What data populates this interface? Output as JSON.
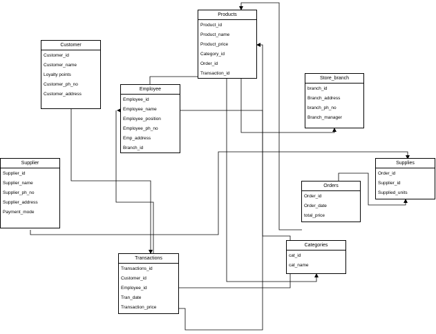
{
  "entities": {
    "products": {
      "title": "Products",
      "fields": [
        "Product_id",
        "Product_name",
        "Product_price",
        "Category_id",
        "Order_id",
        "Transaction_id"
      ]
    },
    "customer": {
      "title": "Customer",
      "fields": [
        "Customer_id",
        "Customer_name",
        "Loyalty points",
        "Customer_ph_no",
        "Customer_address"
      ]
    },
    "employee": {
      "title": "Employee",
      "fields": [
        "Employee_id",
        "Employee_name",
        "Employee_position",
        "Employee_ph_no",
        "Emp_address",
        "Branch_id"
      ]
    },
    "store_branch": {
      "title": "Store_branch",
      "fields": [
        "branch_id",
        "Branch_address",
        "branch_ph_no",
        "Branch_manager"
      ]
    },
    "supplier": {
      "title": "Supplier",
      "fields": [
        "Supplier_id",
        "Supplier_name",
        "Supplier_ph_no",
        "Supplier_address",
        "Payment_mode"
      ]
    },
    "supplies": {
      "title": "Supplies",
      "fields": [
        "Order_id",
        "Supplier_id",
        "Supplied_units"
      ]
    },
    "orders": {
      "title": "Orders",
      "fields": [
        "Order_id",
        "Order_date",
        "total_price"
      ]
    },
    "categories": {
      "title": "Categories",
      "fields": [
        "cat_id",
        "cat_name"
      ]
    },
    "transactions": {
      "title": "Transactions",
      "fields": [
        "Transactions_id",
        "Customer_id",
        "Employee_id",
        "Tran_date",
        "Transaction_price"
      ]
    }
  },
  "colors": {
    "line": "#000000",
    "box_border": "#000000",
    "background": "#ffffff"
  }
}
